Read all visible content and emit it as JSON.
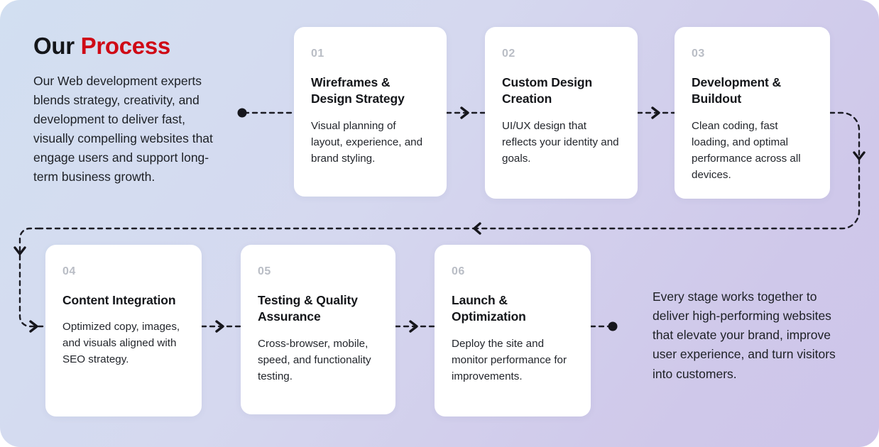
{
  "theme": {
    "background_start": "#d2dff1",
    "background_end": "#cec5e9",
    "card_background": "#ffffff",
    "accent_color": "#cf0a16",
    "heading_color": "#14161a",
    "number_color": "#b9bdc5",
    "connector_color": "#1c1c24"
  },
  "intro": {
    "heading_lead": "Our ",
    "heading_accent": "Process",
    "paragraph": "Our Web development experts blends strategy, creativity, and development to deliver fast, visually compelling websites that engage users and support long-term business growth."
  },
  "steps": [
    {
      "number": "01",
      "title": "Wireframes & Design Strategy",
      "description": "Visual planning of layout, experience, and brand styling."
    },
    {
      "number": "02",
      "title": "Custom Design Creation",
      "description": "UI/UX design that reflects your identity and goals."
    },
    {
      "number": "03",
      "title": "Development & Buildout",
      "description": "Clean coding, fast loading, and optimal performance across all devices."
    },
    {
      "number": "04",
      "title": "Content Integration",
      "description": "Optimized copy, images, and visuals aligned with SEO strategy."
    },
    {
      "number": "05",
      "title": "Testing & Quality Assurance",
      "description": "Cross-browser, mobile, speed, and functionality testing."
    },
    {
      "number": "06",
      "title": "Launch & Optimization",
      "description": "Deploy the site and monitor performance for improvements."
    }
  ],
  "outro": {
    "paragraph": "Every stage works together to deliver high-performing websites that elevate your brand, improve user experience, and turn visitors into customers."
  },
  "connectors": {
    "start_marker": "start-dot",
    "end_marker": "end-dot",
    "line_style": "dashed",
    "arrow_style": "chevron"
  }
}
